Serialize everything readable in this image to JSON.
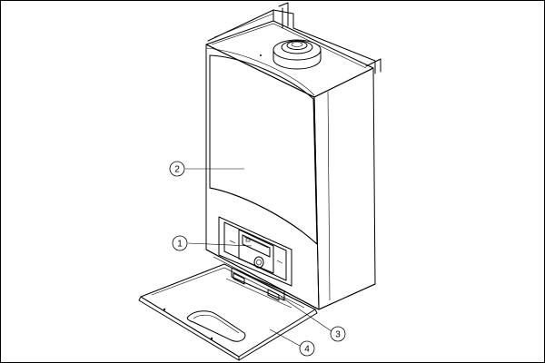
{
  "diagram": {
    "line_color": "#000000",
    "panel_fill": "#e6e6e6",
    "body_fill": "#f2f2f2",
    "callouts": [
      {
        "id": "control-panel",
        "label": "1"
      },
      {
        "id": "front-casing",
        "label": "2"
      },
      {
        "id": "hinge",
        "label": "3"
      },
      {
        "id": "flap",
        "label": "4"
      }
    ]
  }
}
